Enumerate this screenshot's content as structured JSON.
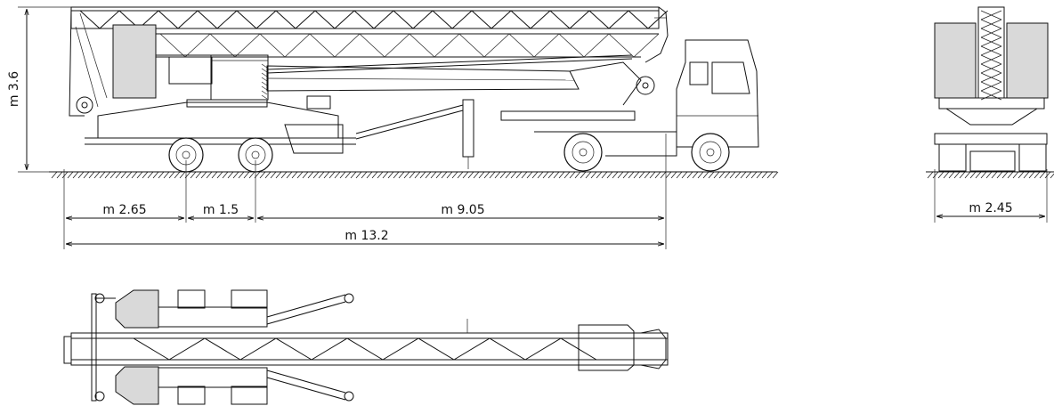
{
  "dimensions": {
    "height": "m  3.6",
    "rear_overhang": "m  2.65",
    "axle_spacing": "m  1.5",
    "wheelbase_front": "m  9.05",
    "total_length": "m  13.2",
    "width": "m  2.45"
  },
  "colors": {
    "line": "#111111",
    "counterweight": "#d9d9d9",
    "background": "#ffffff"
  }
}
